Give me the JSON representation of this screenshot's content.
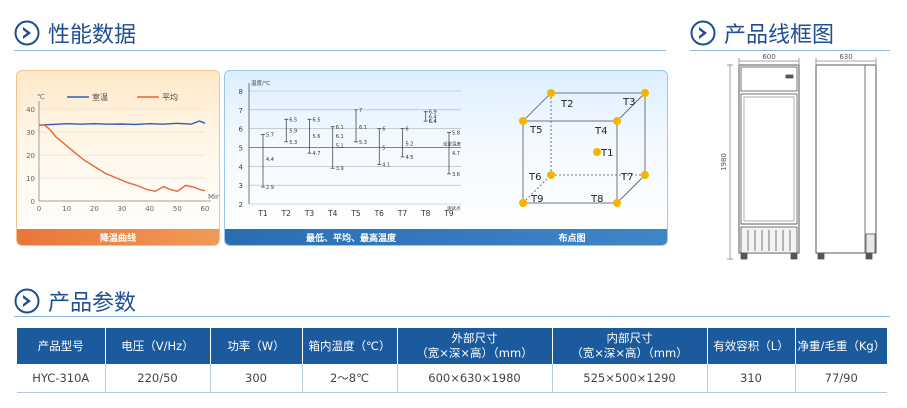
{
  "sections": {
    "performance": "性能数据",
    "wireframe": "产品线框图",
    "params": "产品参数"
  },
  "chart1": {
    "caption": "降温曲线",
    "chart_data": {
      "type": "line",
      "xlabel": "Min",
      "ylabel": "℃",
      "xlim": [
        0,
        60
      ],
      "ylim": [
        0,
        40
      ],
      "x_ticks": [
        0,
        10,
        20,
        30,
        40,
        50,
        60
      ],
      "y_ticks": [
        0,
        10,
        20,
        30,
        40
      ],
      "legend_position": "top",
      "series": [
        {
          "name": "室温",
          "color": "#2f5fb3",
          "x": [
            0,
            5,
            10,
            15,
            20,
            25,
            30,
            35,
            40,
            45,
            50,
            55,
            58,
            60
          ],
          "y": [
            33,
            33.3,
            33.6,
            33.4,
            33.6,
            33.4,
            33.5,
            33.3,
            33.6,
            33.4,
            33.8,
            33.4,
            34.8,
            33.8
          ]
        },
        {
          "name": "平均",
          "color": "#e2673a",
          "x": [
            0,
            2,
            4,
            6,
            8,
            10,
            13,
            16,
            20,
            24,
            28,
            32,
            36,
            39,
            42,
            45,
            47,
            50,
            53,
            56,
            58,
            60
          ],
          "y": [
            33,
            33,
            31,
            28,
            26,
            24,
            21,
            18,
            15,
            12,
            10,
            8,
            6.5,
            5,
            4.2,
            6.2,
            5.2,
            4.2,
            6.8,
            6,
            5,
            4.5
          ]
        }
      ]
    }
  },
  "chart2": {
    "caption": "最低、平均、最高温度",
    "chart_data": {
      "type": "range",
      "ylabel": "温度/℃",
      "xlabel": "测试点",
      "ylim": [
        2,
        8
      ],
      "y_ticks": [
        2,
        3,
        4,
        5,
        6,
        7,
        8
      ],
      "set_value": 5,
      "set_label": "设定温度",
      "categories": [
        "T1",
        "T2",
        "T3",
        "T4",
        "T5",
        "T6",
        "T7",
        "T8",
        "T9"
      ],
      "min": [
        2.9,
        5.3,
        4.7,
        3.9,
        5.3,
        4.1,
        4.5,
        6.4,
        3.6
      ],
      "avg": [
        4.4,
        5.9,
        5.6,
        5.1,
        6.1,
        5,
        5.2,
        6.4,
        4.7
      ],
      "max": [
        5.7,
        6.5,
        6.5,
        6.1,
        7,
        6,
        6,
        6.9,
        5.8
      ],
      "labels": {
        "min": [
          "2.9",
          "5.3",
          "4.7",
          "3.9",
          "5.3",
          "4.1",
          "4.5",
          "6.4",
          "3.6"
        ],
        "avg": [
          "4.4",
          "5.9",
          "5.6",
          "5.1",
          "6.1",
          "5",
          "5.2",
          "6.4",
          "4.7"
        ],
        "max": [
          "5.7",
          "6.5",
          "6.5",
          "6.1",
          "7",
          "6",
          "6",
          "6.9",
          "5.8"
        ],
        "extra_t4": "6.1",
        "extra_t8": "6.4"
      }
    }
  },
  "chart3": {
    "caption": "布点图",
    "points": [
      "T1",
      "T2",
      "T3",
      "T4",
      "T5",
      "T6",
      "T7",
      "T8",
      "T9"
    ]
  },
  "wireframe": {
    "width_label": "600",
    "depth_label": "630",
    "height_label": "1980"
  },
  "table": {
    "headers": [
      "产品型号",
      "电压（V/Hz）",
      "功率（W）",
      "箱内温度（℃）",
      "外部尺寸\n（宽×深×高）（mm）",
      "内部尺寸\n（宽×深×高）（mm）",
      "有效容积（L）",
      "净重/毛重（Kg）"
    ],
    "rows": [
      [
        "HYC-310A",
        "220/50",
        "300",
        "2～8℃",
        "600×630×1980",
        "525×500×1290",
        "310",
        "77/90"
      ]
    ]
  },
  "colors": {
    "title": "#1e4f93",
    "accent_blue": "#1b5a9c",
    "accent_orange": "#e2673a",
    "point_yellow": "#f5b400"
  }
}
